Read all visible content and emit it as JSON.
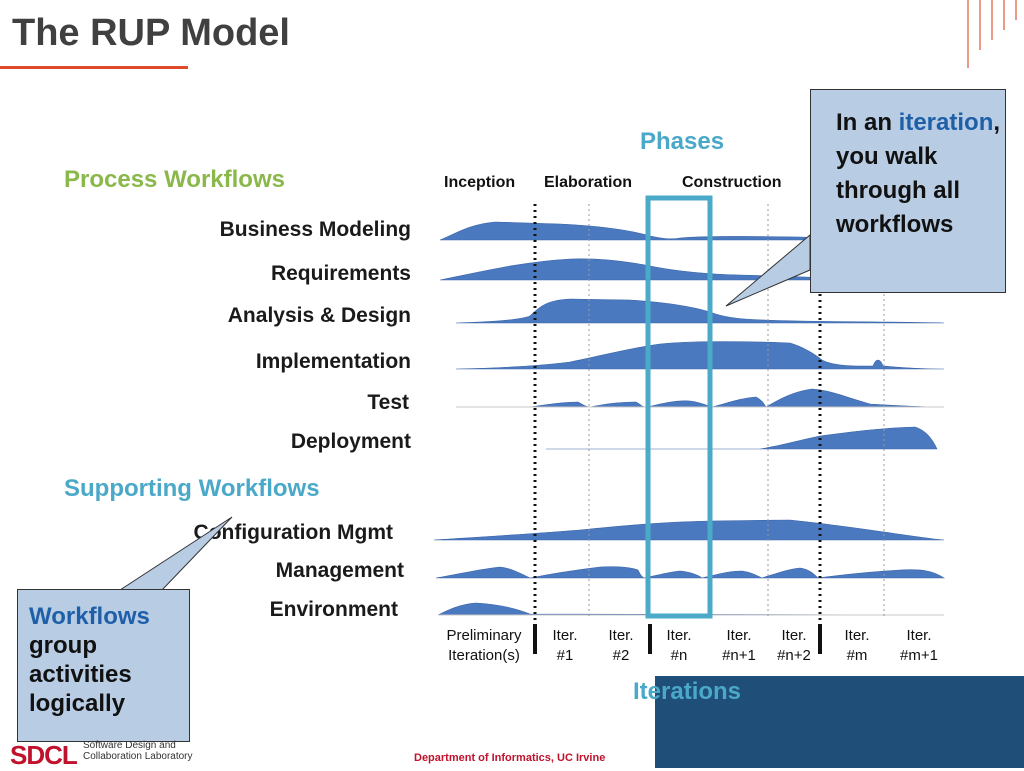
{
  "title": "The RUP Model",
  "phases_heading": "Phases",
  "iterations_heading": "Iterations",
  "process_workflows_heading": "Process Workflows",
  "supporting_workflows_heading": "Supporting Workflows",
  "phases": [
    "Inception",
    "Elaboration",
    "Construction"
  ],
  "process_workflows": [
    "Business Modeling",
    "Requirements",
    "Analysis & Design",
    "Implementation",
    "Test",
    "Deployment"
  ],
  "supporting_workflows": [
    "Configuration Mgmt",
    "Management",
    "Environment"
  ],
  "iterations": [
    {
      "line1": "Preliminary",
      "line2": "Iteration(s)"
    },
    {
      "line1": "Iter.",
      "line2": "#1"
    },
    {
      "line1": "Iter.",
      "line2": "#2"
    },
    {
      "line1": "Iter.",
      "line2": "#n"
    },
    {
      "line1": "Iter.",
      "line2": "#n+1"
    },
    {
      "line1": "Iter.",
      "line2": "#n+2"
    },
    {
      "line1": "Iter.",
      "line2": "#m"
    },
    {
      "line1": "Iter.",
      "line2": "#m+1"
    }
  ],
  "callout_iteration": {
    "pre": "In an ",
    "highlight": "iteration",
    "post": ",",
    "rest": "you walk through all workflows"
  },
  "callout_workflows": {
    "highlight": "Workflows",
    "rest": "group activities logically"
  },
  "footer": {
    "logo": "SDCL",
    "lab_line1": "Software Design and",
    "lab_line2": "Collaboration Laboratory",
    "department": "Department of Informatics, UC Irvine"
  },
  "colors": {
    "hump": "#4a79c0",
    "iter_box": "#4aaac8",
    "section_green": "#8ab84a",
    "section_blue": "#4aa8c8",
    "callout_bg": "#b8cce4",
    "highlight_blue": "#1f5fa8"
  }
}
